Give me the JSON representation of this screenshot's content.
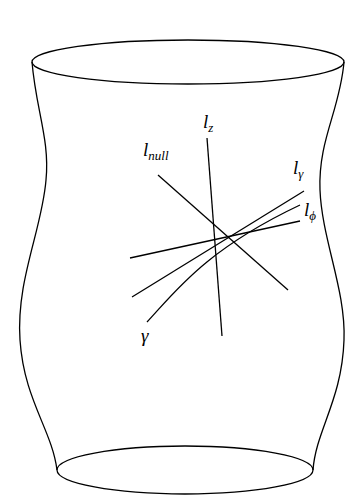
{
  "diagram": {
    "labels": [
      "lnull",
      "lz",
      "lγ",
      "lϕ",
      "γ"
    ]
  }
}
